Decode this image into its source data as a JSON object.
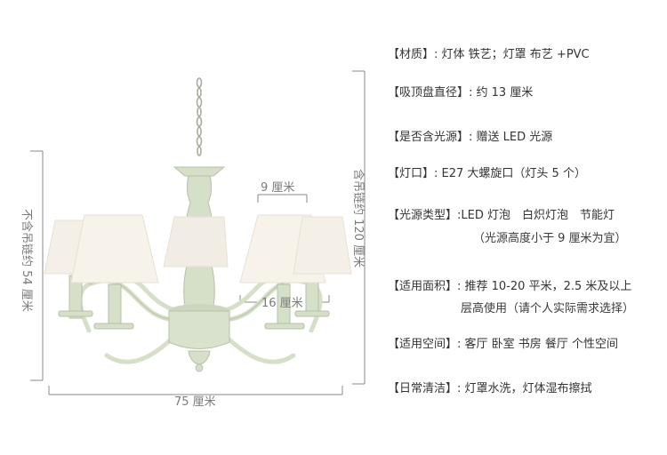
{
  "dimensions": {
    "width": "75 厘米",
    "height_with_chain": "含吊链约 120 厘米",
    "height_without_chain": "不含吊链约 54 厘米",
    "shade_top": "9 厘米",
    "shade_bottom": "16 厘米"
  },
  "specs": [
    {
      "key": "【材质】",
      "value": ": 灯体 铁艺；灯罩 布艺 +PVC"
    },
    {
      "key": "【吸顶盘直径】",
      "value": ": 约 13 厘米"
    },
    {
      "key": "【是否含光源】",
      "value": ": 赠送 LED 光源"
    },
    {
      "key": "【灯口】",
      "value": ": E27 大螺旋口（灯头 5 个）"
    },
    {
      "key": "【光源类型】",
      "value": ":LED 灯泡　白炽灯泡　节能灯",
      "cont": "（光源高度小于 9 厘米为宜）"
    },
    {
      "key": "【适用面积】",
      "value": ": 推荐 10-20 平米，2.5 米及以上",
      "cont": "层高使用（请个人实际需求选择）"
    },
    {
      "key": "【适用空间】",
      "value": ": 客厅  卧室  书房  餐厅 个性空间"
    },
    {
      "key": "【日常清洁】",
      "value": ": 灯罩水洗，灯体湿布擦拭"
    }
  ],
  "colors": {
    "lamp_body": "#d6dfc8",
    "shade": "#f6f2ea",
    "line": "#8a8a8a"
  }
}
